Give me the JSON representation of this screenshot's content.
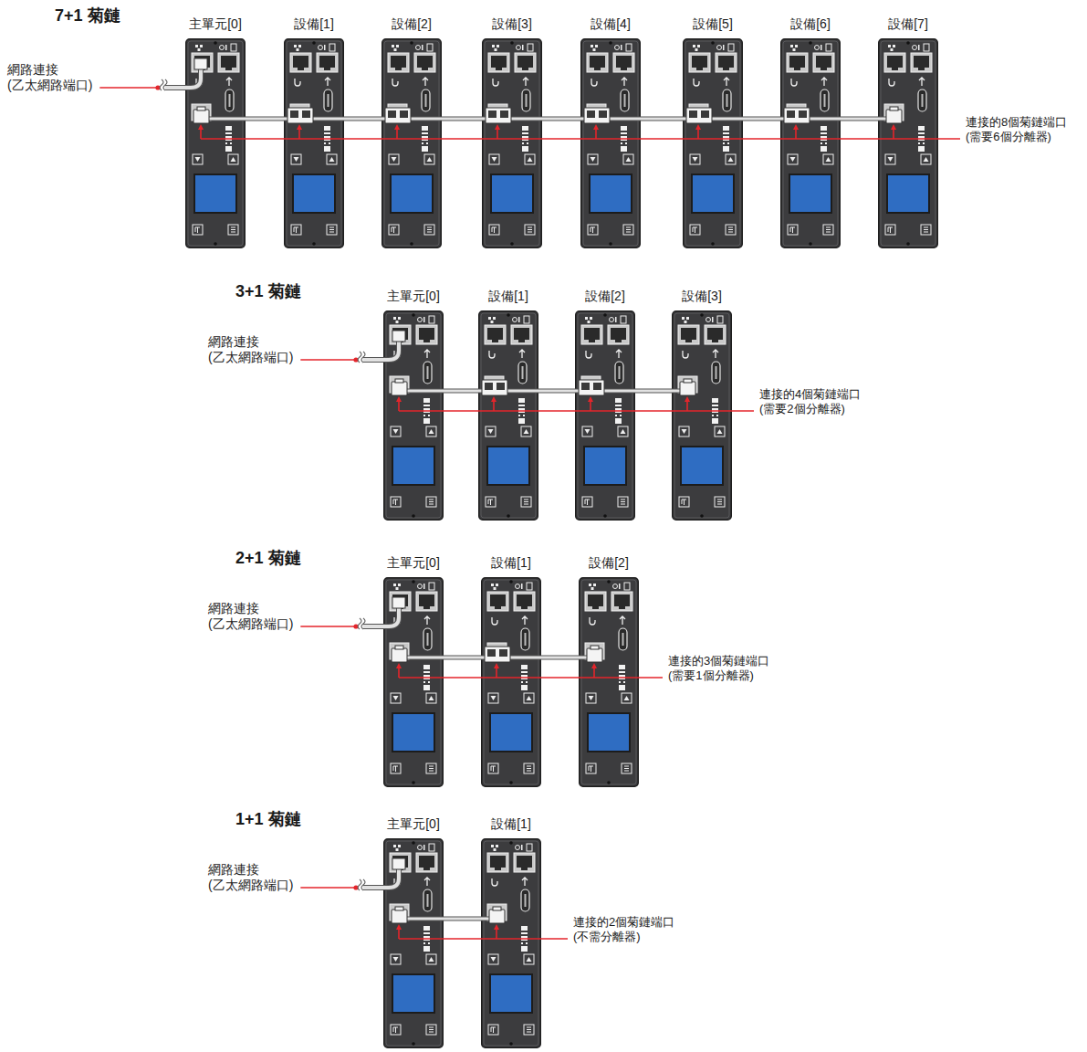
{
  "diagram": {
    "nodes": [
      {
        "text": [
          "主單元[0]"
        ]
      },
      {
        "text": [
          "設備[1]"
        ]
      },
      {
        "text": [
          "設備[2]"
        ]
      },
      {
        "text": [
          "設備[3]"
        ]
      },
      {
        "text": [
          "設備[4]"
        ]
      },
      {
        "text": [
          "設備[5]"
        ]
      },
      {
        "text": [
          "設備[6]"
        ]
      },
      {
        "text": [
          "設備[7]"
        ]
      },
      {
        "text": [
          "主單元[0]"
        ]
      },
      {
        "text": [
          "設備[1]"
        ]
      },
      {
        "text": [
          "設備[2]"
        ]
      },
      {
        "text": [
          "設備[3]"
        ]
      },
      {
        "text": [
          "主單元[0]"
        ]
      },
      {
        "text": [
          "設備[1]"
        ]
      },
      {
        "text": [
          "設備[2]"
        ]
      },
      {
        "text": [
          "主單元[0]"
        ]
      },
      {
        "text": [
          "設備[1]"
        ]
      }
    ],
    "edges": [
      {
        "from": 0,
        "to": 1,
        "arrow": "none"
      },
      {
        "from": 1,
        "to": 2,
        "arrow": "none"
      },
      {
        "from": 2,
        "to": 3,
        "arrow": "none"
      },
      {
        "from": 3,
        "to": 4,
        "arrow": "none"
      },
      {
        "from": 4,
        "to": 5,
        "arrow": "none"
      },
      {
        "from": 5,
        "to": 6,
        "arrow": "none"
      },
      {
        "from": 6,
        "to": 7,
        "arrow": "none"
      },
      {
        "from": 8,
        "to": 9,
        "arrow": "none"
      },
      {
        "from": 9,
        "to": 10,
        "arrow": "none"
      },
      {
        "from": 10,
        "to": 11,
        "arrow": "none"
      },
      {
        "from": 12,
        "to": 13,
        "arrow": "none"
      },
      {
        "from": 13,
        "to": 14,
        "arrow": "none"
      },
      {
        "from": 15,
        "to": 16,
        "arrow": "none"
      }
    ],
    "labels": [
      "7+1 菊鏈",
      "網路連接 (乙太網路端口)",
      "連接的8個菊鏈端口 (需要6個分離器)",
      "3+1 菊鏈",
      "網路連接 (乙太網路端口)",
      "連接的4個菊鏈端口 (需要2個分離器)",
      "2+1 菊鏈",
      "網路連接 (乙太網路端口)",
      "連接的3個菊鏈端口 (需要1個分離器)",
      "1+1 菊鏈",
      "網路連接 (乙太網路端口)",
      "連接的2個菊鏈端口 (不需分離器)"
    ]
  }
}
